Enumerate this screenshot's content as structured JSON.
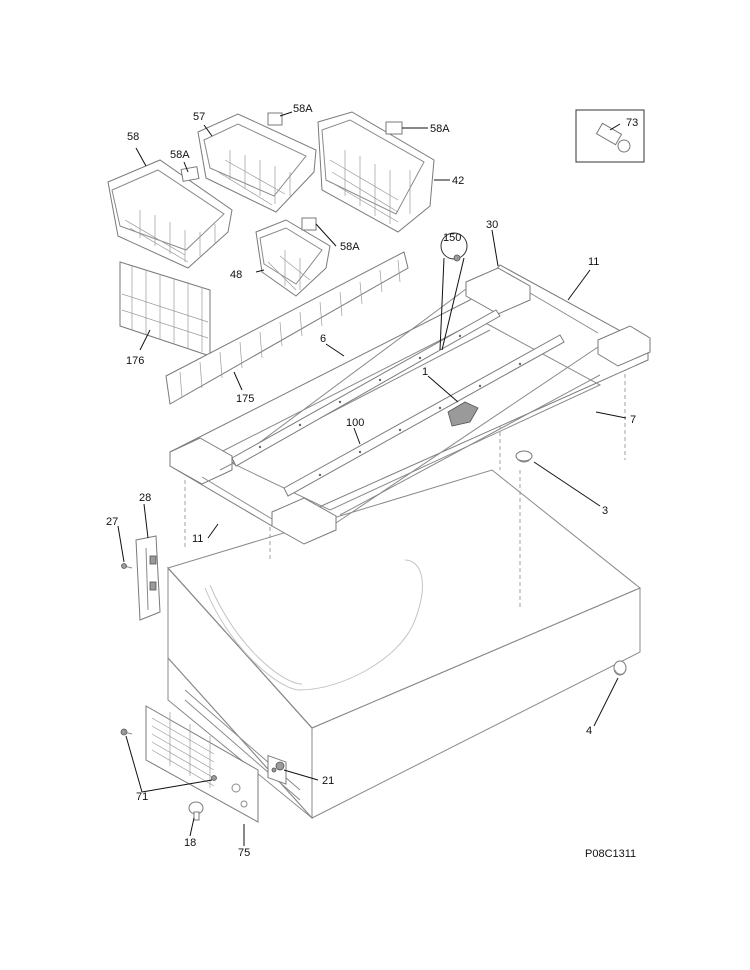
{
  "callouts": {
    "c_58": "58",
    "c_57": "57",
    "c_58a_1": "58A",
    "c_58a_2": "58A",
    "c_58a_3": "58A",
    "c_58a_4": "58A",
    "c_42": "42",
    "c_48": "48",
    "c_73": "73",
    "c_150": "150",
    "c_30": "30",
    "c_11_top": "11",
    "c_176": "176",
    "c_175": "175",
    "c_6": "6",
    "c_1": "1",
    "c_7": "7",
    "c_100": "100",
    "c_3": "3",
    "c_28": "28",
    "c_27": "27",
    "c_11_left": "11",
    "c_4": "4",
    "c_21": "21",
    "c_71": "71",
    "c_18": "18",
    "c_75": "75"
  },
  "diagram_code": "P08C1311"
}
